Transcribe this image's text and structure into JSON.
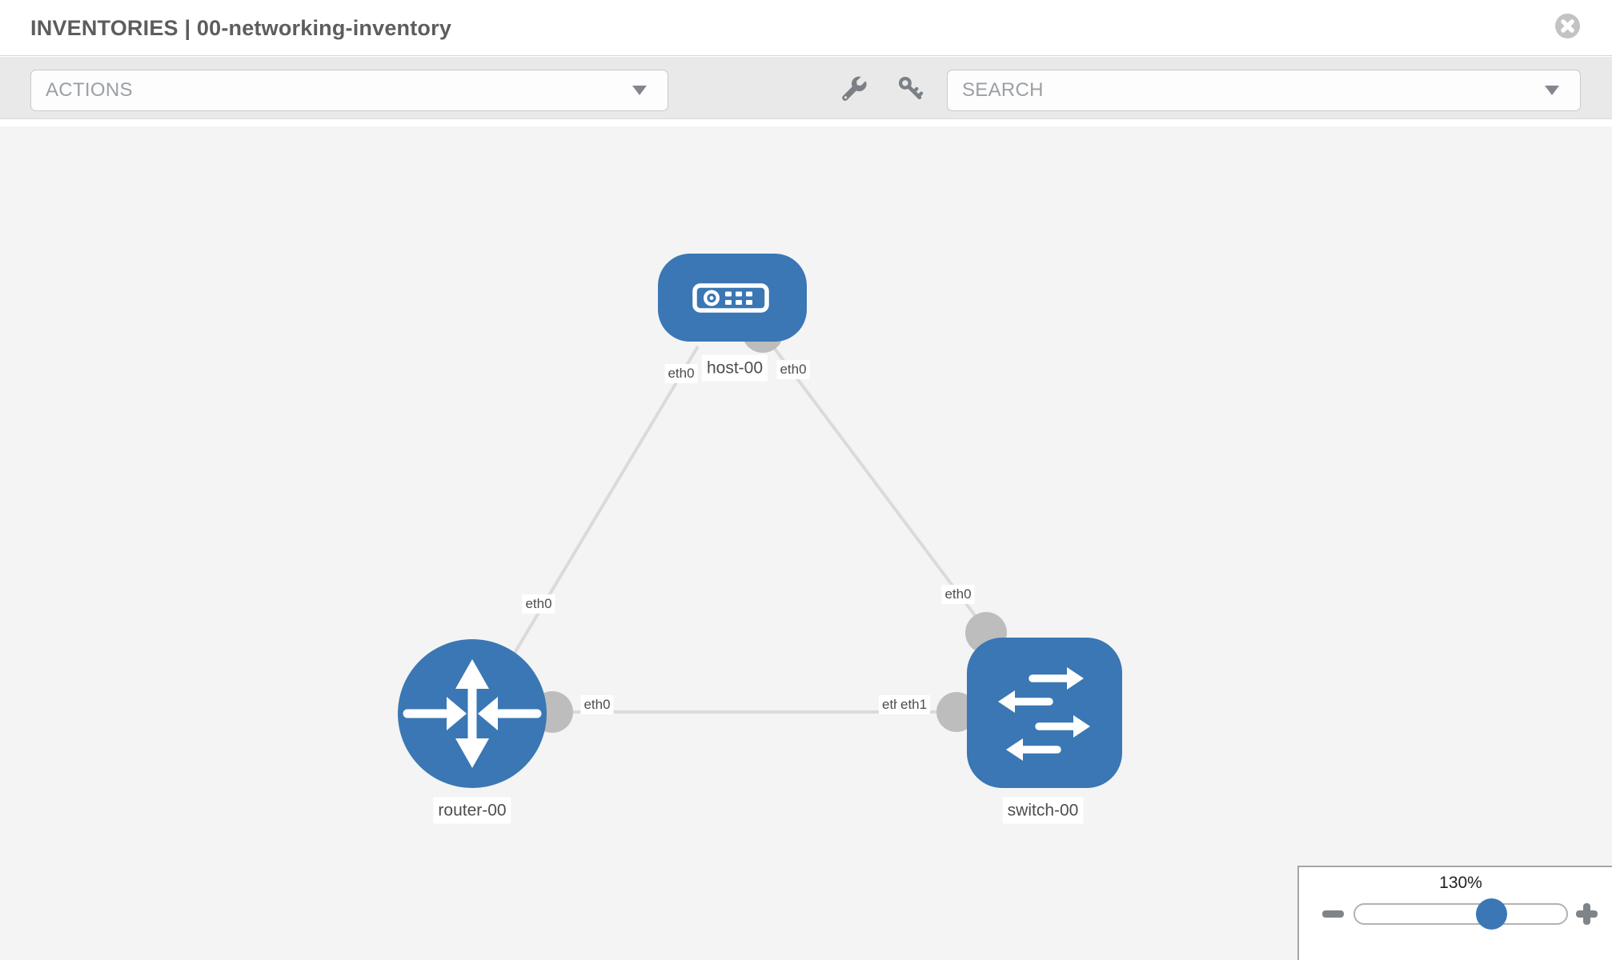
{
  "header": {
    "title": "INVENTORIES | 00-networking-inventory",
    "close_icon": "circle-x"
  },
  "toolbar": {
    "actions_label": "ACTIONS",
    "search_placeholder": "SEARCH",
    "icons": [
      "wrench-icon",
      "key-icon",
      "chevron-down-icon"
    ]
  },
  "topology": {
    "nodes": [
      {
        "id": "host-00",
        "label": "host-00",
        "type": "host",
        "color": "#3a77b4"
      },
      {
        "id": "router-00",
        "label": "router-00",
        "type": "router",
        "color": "#3a77b4"
      },
      {
        "id": "switch-00",
        "label": "switch-00",
        "type": "switch",
        "color": "#3a77b4"
      }
    ],
    "links": [
      {
        "from": "router-00",
        "to": "host-00",
        "from_interface": "eth0",
        "to_interface": "eth0"
      },
      {
        "from": "host-00",
        "to": "switch-00",
        "from_interface": "eth0",
        "to_interface": "eth0"
      },
      {
        "from": "router-00",
        "to": "switch-00",
        "from_interface": "eth0",
        "to_interface": "eth1"
      }
    ],
    "iface_labels": {
      "host_left": "eth0",
      "host_right": "eth0",
      "router_top": "eth0",
      "switch_top": "eth0",
      "link_left": "eth0",
      "link_right_under": "eth0",
      "link_right_over": "eth1"
    },
    "colors": {
      "node_blue": "#3a77b4",
      "link_gray": "#dadada",
      "iface_gray": "#bdbdbd",
      "canvas_bg": "#f4f4f4"
    }
  },
  "zoom_control": {
    "value": "130%",
    "minus_icon": "minus",
    "plus_icon": "plus"
  }
}
